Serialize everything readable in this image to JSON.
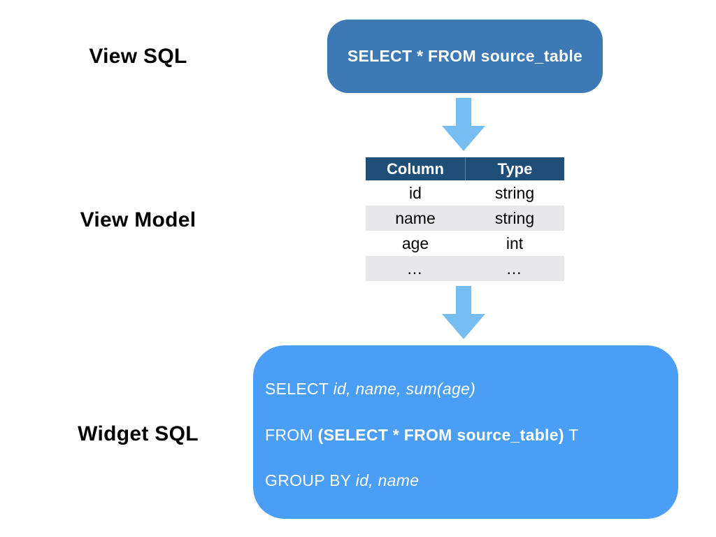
{
  "view_sql": {
    "label": "View SQL",
    "box_text": "SELECT * FROM source_table",
    "box_color": "#3d7ab5",
    "text_color": "#ffffff"
  },
  "view_model": {
    "label": "View Model",
    "table": {
      "headers": [
        "Column",
        "Type"
      ],
      "rows": [
        [
          "id",
          "string"
        ],
        [
          "name",
          "string"
        ],
        [
          "age",
          "int"
        ],
        [
          "…",
          "…"
        ]
      ],
      "header_color": "#1f4e79",
      "header_text_color": "#ffffff",
      "stripe_color": "#e8e8ea"
    }
  },
  "widget_sql": {
    "label": "Widget SQL",
    "box_color": "#4a9ef6",
    "text_color": "#ffffff",
    "lines": [
      {
        "keyword": "SELECT ",
        "italic": "id, name, sum(age)"
      },
      {
        "keyword": "FROM ",
        "bold": "(SELECT * FROM source_table)",
        "suffix": " T"
      },
      {
        "keyword": "GROUP BY ",
        "italic": "id, name"
      }
    ]
  },
  "arrow_color": "#76bdf2"
}
